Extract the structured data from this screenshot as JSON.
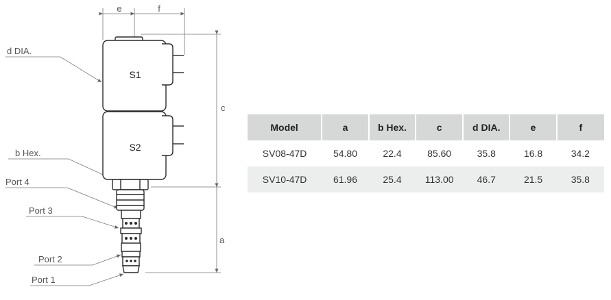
{
  "diagram": {
    "dimension_labels": {
      "e": "e",
      "f": "f",
      "c": "c",
      "a": "a"
    },
    "callouts": {
      "d_dia": "d DIA.",
      "b_hex": "b Hex.",
      "port4": "Port 4",
      "port3": "Port 3",
      "port2": "Port 2",
      "port1": "Port 1"
    },
    "coils": {
      "s1": "S1",
      "s2": "S2"
    }
  },
  "table": {
    "headers": [
      "Model",
      "a",
      "b Hex.",
      "c",
      "d DIA.",
      "e",
      "f"
    ],
    "rows": [
      [
        "SV08-47D",
        "54.80",
        "22.4",
        "85.60",
        "35.8",
        "16.8",
        "34.2"
      ],
      [
        "SV10-47D",
        "61.96",
        "25.4",
        "113.00",
        "46.7",
        "21.5",
        "35.8"
      ]
    ]
  }
}
